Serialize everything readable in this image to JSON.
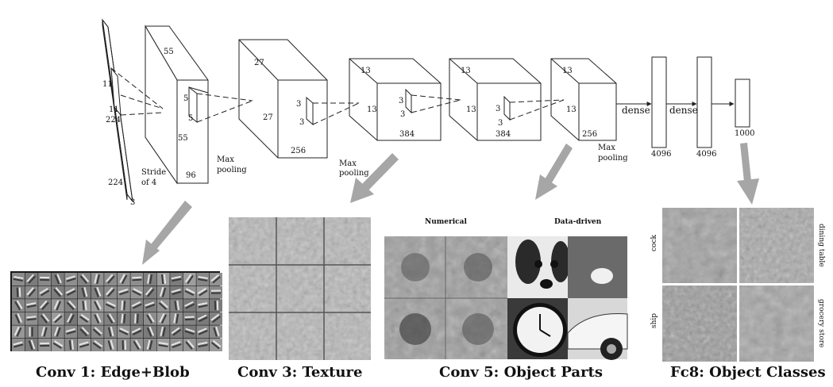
{
  "network": {
    "input": {
      "width": "224",
      "height": "224",
      "depth": "3",
      "filter_h": "11",
      "filter_w": "11"
    },
    "conv1": {
      "size_top": "55",
      "size_side": "55",
      "depth": "96",
      "stride": "Stride",
      "stride_val": "of 4",
      "kernel_a": "5",
      "kernel_b": "5"
    },
    "pool1": {
      "line1": "Max",
      "line2": "pooling"
    },
    "conv2": {
      "size_top": "27",
      "size_side": "27",
      "depth": "256",
      "kernel_a": "3",
      "kernel_b": "3"
    },
    "pool2": {
      "line1": "Max",
      "line2": "pooling"
    },
    "conv3": {
      "size_top": "13",
      "size_side": "13",
      "depth": "384",
      "kernel_a": "3",
      "kernel_b": "3"
    },
    "conv4": {
      "size_top": "13",
      "size_side": "13",
      "depth": "384",
      "kernel_a": "3",
      "kernel_b": "3"
    },
    "conv5": {
      "size_top": "13",
      "size_side": "13",
      "depth": "256"
    },
    "pool3": {
      "line1": "Max",
      "line2": "pooling"
    },
    "dense1": {
      "label": "dense",
      "size": "4096"
    },
    "dense2": {
      "label": "dense",
      "size": "4096"
    },
    "output": {
      "size": "1000"
    }
  },
  "panels": {
    "conv1_title": "Conv 1: Edge+Blob",
    "conv3_title": "Conv 3: Texture",
    "conv5_title": "Conv 5: Object Parts",
    "fc8_title": "Fc8: Object Classes",
    "conv5_header_left": "Numerical",
    "conv5_header_right": "Data-driven",
    "fc8_labels": {
      "top_left": "cock",
      "top_right": "dining table",
      "bottom_left": "ship",
      "bottom_right": "grocery store"
    }
  },
  "colors": {
    "arrow": "#a6a6a6",
    "line": "#222222"
  }
}
